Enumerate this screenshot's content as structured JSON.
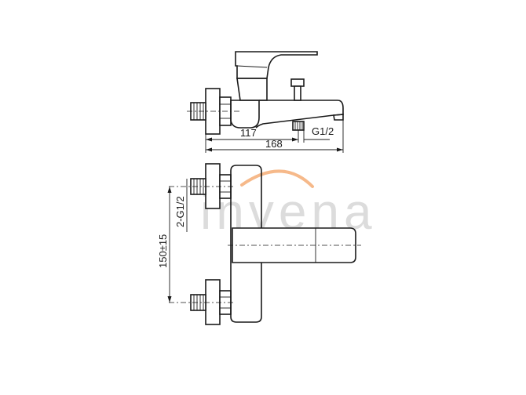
{
  "watermark": {
    "brand": "invena",
    "accent_color": "#f6b98a"
  },
  "side_view": {
    "dim_inlet_to_outlet": "117",
    "dim_overall_length": "168",
    "outlet_thread": "G1/2"
  },
  "front_view": {
    "inlet_threads": "2-G1/2",
    "inlet_spacing": "150±15"
  }
}
